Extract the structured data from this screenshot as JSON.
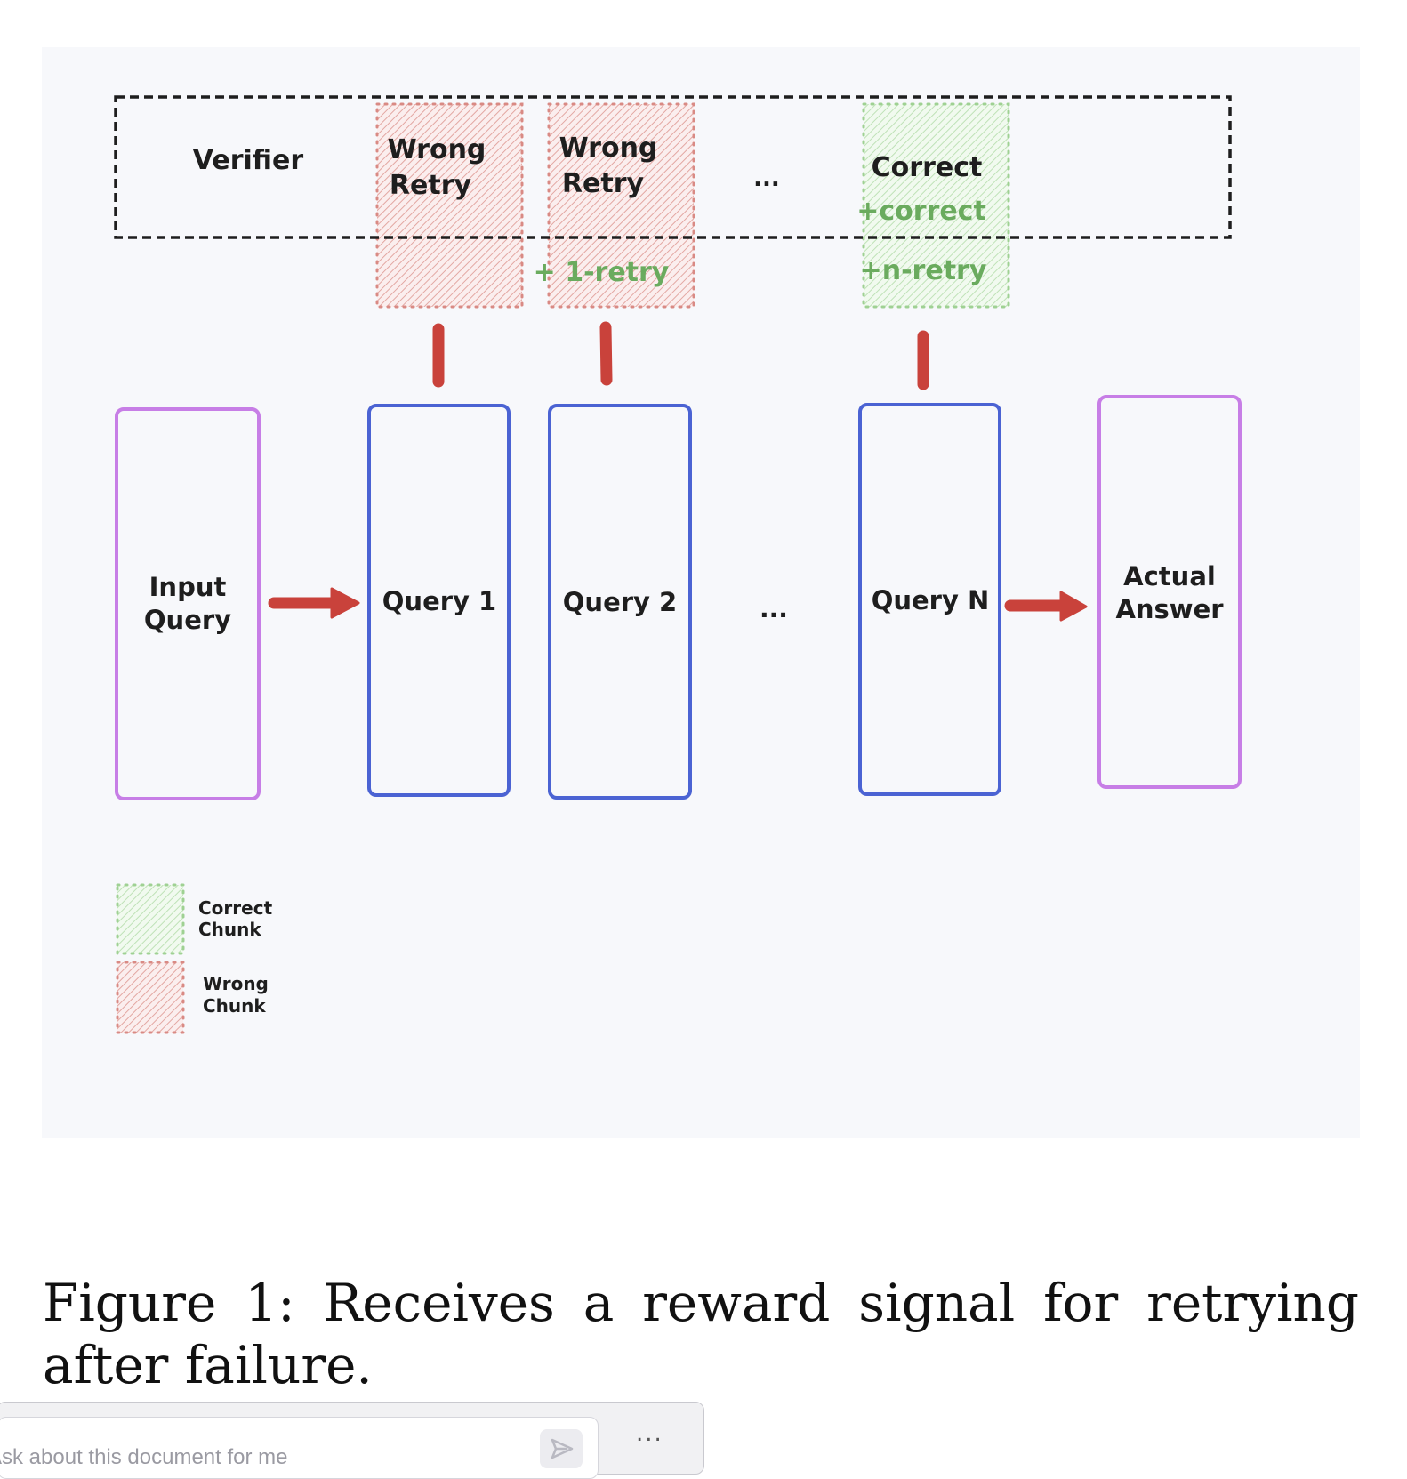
{
  "diagram": {
    "verifier_label": "Verifier",
    "chunks": [
      {
        "line1": "Wrong",
        "line2": "Retry",
        "reward": "",
        "kind": "wrong"
      },
      {
        "line1": "Wrong",
        "line2": "Retry",
        "reward": "+ 1-retry",
        "kind": "wrong"
      },
      {
        "line1": "Correct",
        "line2": "+correct",
        "reward": "+n-retry",
        "kind": "correct"
      }
    ],
    "top_ellipsis": "...",
    "input": {
      "line1": "Input",
      "line2": "Query"
    },
    "queries": [
      "Query 1",
      "Query 2",
      "Query N"
    ],
    "middle_ellipsis": "...",
    "answer": {
      "line1": "Actual",
      "line2": "Answer"
    },
    "legend": [
      {
        "line1": "Correct",
        "line2": "Chunk",
        "kind": "correct"
      },
      {
        "line1": "Wrong",
        "line2": "Chunk",
        "kind": "wrong"
      }
    ],
    "colors": {
      "purple": "#c77ee6",
      "blue": "#4b63d3",
      "red": "#c9423b",
      "green": "#6aab5e",
      "wrong_fill": "#f2c6c3",
      "correct_fill": "#cdebc6"
    }
  },
  "caption": "Figure 1: Receives a reward signal for retrying after failure.",
  "chat": {
    "placeholder": "Ask about this document for me",
    "more": "..."
  }
}
